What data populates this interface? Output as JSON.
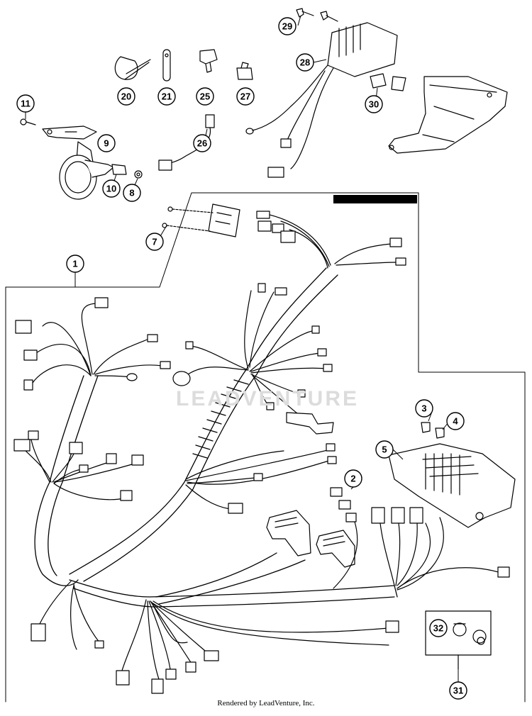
{
  "diagram": {
    "callouts": [
      "1",
      "2",
      "3",
      "4",
      "5",
      "7",
      "8",
      "9",
      "10",
      "11",
      "20",
      "21",
      "25",
      "26",
      "27",
      "28",
      "29",
      "30",
      "31",
      "32"
    ]
  },
  "watermark": "LEADVENTURE",
  "footer": "Rendered by LeadVenture, Inc."
}
